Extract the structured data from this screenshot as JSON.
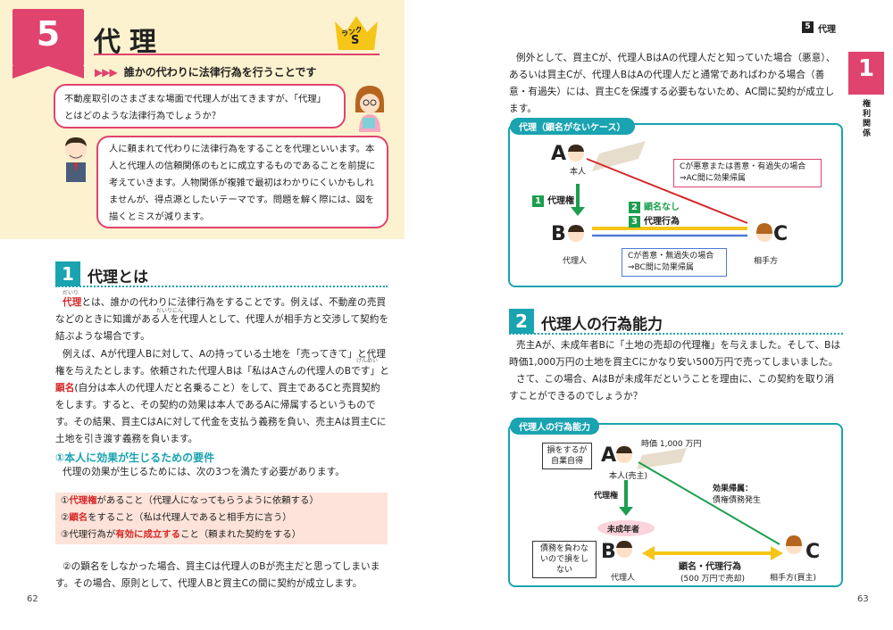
{
  "chapter": {
    "number": "5",
    "title": "代理",
    "rank_label": "ランク",
    "rank_value": "S",
    "subtitle": "誰かの代わりに法律行為を行うことです",
    "arrows": "▶▶▶"
  },
  "intro": {
    "question": "不動産取引のさまざまな場面で代理人が出てきますが、「代理」とはどのような法律行為でしょうか？",
    "answer": "人に頼まれて代わりに法律行為をすることを代理といいます。本人と代理人の信頼関係のもとに成立するものであることを前提に考えていきます。人物関係が複雑で最初はわかりにくいかもしれませんが、得点源としたいテーマです。問題を解く際には、図を描くとミスが減ります。"
  },
  "section1": {
    "number": "1",
    "title": "代理とは",
    "ruby_dairi": "だいり",
    "ruby_dairinin": "だいりにん",
    "ruby_kenmei": "けんめい",
    "p1_term": "代理",
    "p1_a": "とは、誰かの代わりに法律行為をすることです。例えば、不動産の売買などのときに知識がある人を",
    "p1_b": "代理人",
    "p1_c": "として、代理人が相手方と交渉して契約を結ぶような場合です。",
    "p2_a": "例えば、Aが代理人Bに対して、Aの持っている土地を「売ってきて」と代理権を与えたとします。依頼された代理人Bは「私はAさんの代理人のBです」と",
    "p2_term": "顕名",
    "p2_b": "(自分は本人の代理人だと名乗ること）をして、買主であるCと売買契約をします。すると、その契約の効果は本人であるAに帰属するというものです。その結果、買主CはAに対して代金を支払う義務を負い、売主Aは買主Cに土地を引き渡す義務を負います。",
    "req_heading": "①本人に効果が生じるための要件",
    "req_intro": "代理の効果が生じるためには、次の3つを満たす必要があります。",
    "req1_a": "①",
    "req1_term": "代理権",
    "req1_b": "があること（代理人になってもらうように依頼する）",
    "req2_a": "②",
    "req2_term": "顕名",
    "req2_b": "をすること（私は代理人であると相手方に言う）",
    "req3_a": "③代理行為が",
    "req3_term": "有効に成立する",
    "req3_b": "こと（頼まれた契約をする）",
    "p3": "②の顕名をしなかった場合、買主Cは代理人のBが売主だと思ってしまいます。その場合、原則として、代理人Bと買主Cの間に契約が成立します。"
  },
  "page_left": "62",
  "page_right": "63",
  "right_header": {
    "number": "5",
    "title": "代理"
  },
  "side_tab": {
    "number": "1",
    "label": "権利関係"
  },
  "right_p1": "例外として、買主Cが、代理人BはAの代理人だと知っていた場合（悪意）、あるいは買主Cが、代理人BはAの代理人だと通常であればわかる場合（善意・有過失）には、買主Cを保護する必要もないため、AC間に契約が成立します。",
  "diagram1": {
    "label": "代理（顕名がないケース）",
    "A": "A",
    "A_role": "本人",
    "B": "B",
    "B_role": "代理人",
    "C": "C",
    "C_role": "相手方",
    "step1": "代理権",
    "step2": "顕名なし",
    "step3": "代理行為",
    "n1": "1",
    "n2": "2",
    "n3": "3",
    "note_top_1": "Cが悪意または善意・有過失の場合",
    "note_top_2": "⇒AC間に効果帰属",
    "note_bottom_1": "Cが善意・無過失の場合",
    "note_bottom_2": "⇒BC間に効果帰属"
  },
  "section2": {
    "number": "2",
    "title": "代理人の行為能力",
    "p1": "売主Aが、未成年者Bに「土地の売却の代理権」を与えました。そして、Bは時価1,000万円の土地を買主Cにかなり安い500万円で売ってしまいました。",
    "p2": "さて、この場合、AはBが未成年だということを理由に、この契約を取り消すことができるのでしょうか？"
  },
  "diagram2": {
    "label": "代理人の行為能力",
    "A": "A",
    "A_role": "本人(売主)",
    "B": "B",
    "B_role": "代理人",
    "C": "C",
    "C_role": "相手方(買主)",
    "price": "時価 1,000 万円",
    "boxA": "損をするが自業自得",
    "boxB": "債務を負わないので損をしない",
    "grant": "代理権",
    "minor": "未成年者",
    "effect_1": "効果帰属：",
    "effect_2": "債権債務発生",
    "act": "顕名・代理行為",
    "act_sub": "(500 万円で売却)"
  },
  "colors": {
    "accent": "#e0436e",
    "teal": "#1aa3b0",
    "cream": "#fdf2cf",
    "green": "#1c9e4f",
    "yellow": "#f5c518",
    "red": "#d62828"
  }
}
